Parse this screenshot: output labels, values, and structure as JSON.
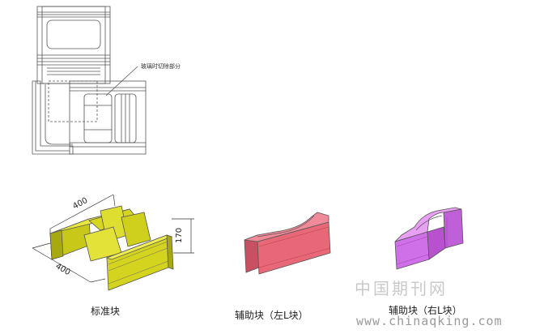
{
  "plan": {
    "annotation": "玻璃时切除部分"
  },
  "dimensions": {
    "top_length": "400",
    "side_length": "400",
    "height": "170"
  },
  "blocks": [
    {
      "caption": "标准块",
      "color": "#d6d620"
    },
    {
      "caption": "辅助块（左L块）",
      "color": "#e86878"
    },
    {
      "caption": "辅助块（右L块）",
      "color": "#d070e8"
    }
  ],
  "watermark": {
    "cn": "中国期刊网",
    "url": "www.chinaqking.com"
  }
}
